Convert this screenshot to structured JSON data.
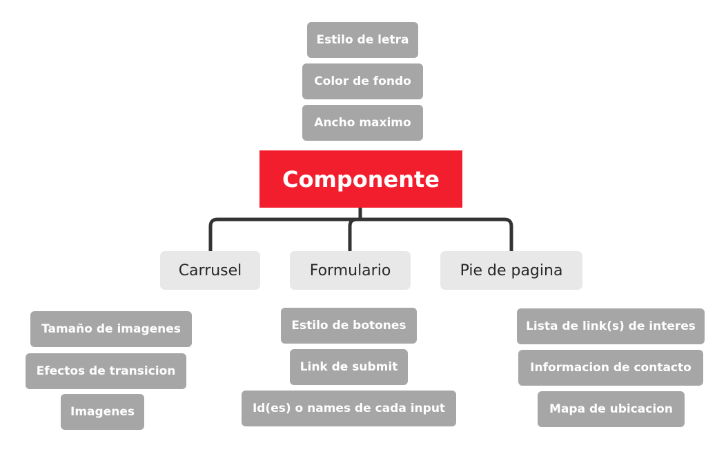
{
  "root": {
    "label": "Componente",
    "color": "#f21e2d"
  },
  "top_nodes": [
    "Estilo de letra",
    "Color de fondo",
    "Ancho maximo"
  ],
  "branches": [
    {
      "label": "Carrusel",
      "items": [
        "Tamaño de imagenes",
        "Efectos de transicion",
        "Imagenes"
      ]
    },
    {
      "label": "Formulario",
      "items": [
        "Estilo de botones",
        "Link de submit",
        "Id(es) o names de cada input"
      ]
    },
    {
      "label": "Pie de pagina",
      "items": [
        "Lista de link(s) de interes",
        "Informacion de contacto",
        "Mapa de ubicacion"
      ]
    }
  ],
  "colors": {
    "leaf": "#a6a6a6",
    "branch": "#e8e8e8",
    "connector": "#333333"
  }
}
